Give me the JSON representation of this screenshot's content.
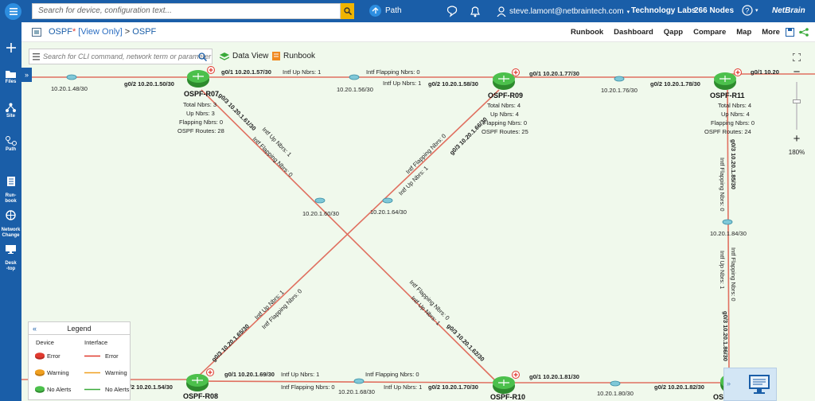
{
  "topbar": {
    "search_placeholder": "Search for device, configuration text...",
    "path_label": "Path",
    "user": "steve.lamont@netbraintech.com",
    "domain": "Technology Labs",
    "nodes": "266 Nodes",
    "logo": "NetBrain"
  },
  "sidebar": {
    "items": [
      {
        "label": "Files",
        "icon": "folder-icon"
      },
      {
        "label": "Site",
        "icon": "site-icon"
      },
      {
        "label": "Path",
        "icon": "path-icon"
      },
      {
        "label": "Run-\nbook",
        "icon": "runbook-icon"
      },
      {
        "label": "Network\nChange",
        "icon": "network-change-icon"
      },
      {
        "label": "Desk\n-top",
        "icon": "desktop-icon"
      }
    ]
  },
  "pagebar": {
    "map_name": "OSPF",
    "unsaved_mark": "*",
    "view_mode": "[View Only]",
    "separator": ">",
    "breadcrumb_current": "OSPF",
    "links": [
      "Runbook",
      "Dashboard",
      "Qapp",
      "Compare",
      "Map",
      "More"
    ]
  },
  "canvas": {
    "cli_placeholder": "Search for CLI command, network term or parameter",
    "data_view_label": "Data View",
    "runbook_label": "Runbook",
    "zoom_level": "180%"
  },
  "routers": [
    {
      "name": "OSPF-R07",
      "stats": [
        "Total Nbrs: 3",
        "Up Nbrs: 3",
        "Flapping Nbrs: 0",
        "OSPF Routes: 28"
      ]
    },
    {
      "name": "OSPF-R09",
      "stats": [
        "Total Nbrs: 4",
        "Up Nbrs: 4",
        "Flapping Nbrs: 0",
        "OSPF Routes: 25"
      ]
    },
    {
      "name": "OSPF-R11",
      "stats": [
        "Total Nbrs: 4",
        "Up Nbrs: 4",
        "Flapping Nbrs: 0",
        "OSPF Routes: 24"
      ]
    },
    {
      "name": "OSPF-R08",
      "stats": []
    },
    {
      "name": "OSPF-R10",
      "stats": []
    },
    {
      "name": "OS",
      "stats": []
    }
  ],
  "links": {
    "r07_left_intf": "g0/2 10.20.1.50/30",
    "r07_left_hub": "10.20.1.48/30",
    "r07_r09_a": "g0/1 10.20.1.57/30",
    "r07_r09_b": "g0/2 10.20.1.58/30",
    "r07_r09_hub": "10.20.1.56/30",
    "r07_r09_up": "Intf Up Nbrs: 1",
    "r07_r09_flap": "Intf Flapping Nbrs: 0",
    "r07_r09_up2": "Intf Up Nbrs: 1",
    "r09_r11_a": "g0/1 10.20.1.77/30",
    "r09_r11_b": "g0/2 10.20.1.78/30",
    "r09_r11_hub": "10.20.1.76/30",
    "r11_right_intf": "g0/1 10.20",
    "r07_diag_intf": "g0/3 10.20.1.61/30",
    "r07_diag_up": "Intf Up Nbrs: 1",
    "r07_diag_flap": "Intf Flapping Nbrs: 0",
    "hub_60": "10.20.1.60/30",
    "r09_diag_intf": "g0/3 10.20.1.66/30",
    "r09_diag_flap": "Intf Flapping Nbrs: 0",
    "r09_diag_up": "Intf Up Nbrs: 1",
    "hub_64": "10.20.1.64/30",
    "r11_down_intf": "g0/3 10.20.1.85/30",
    "r11_down_flap": "Intf Flapping Nbrs: 0",
    "hub_84": "10.20.1.84/30",
    "r11_down_flap2": "Intf Flapping Nbrs: 0",
    "r11_down_up": "Intf Up Nbrs: 1",
    "r12_up_intf": "g0/3 10.20.1.86/30",
    "r08_diag_intf": "g0/3 10.20.1.65/30",
    "r08_diag_up": "Intf Up Nbrs: 1",
    "r08_diag_flap": "Intf Flapping Nbrs: 0",
    "r10_diag_flap": "Intf Flapping Nbrs: 0",
    "r10_diag_up": "Intf Up Nbrs: 1",
    "r10_diag_intf": "g0/3 10.20.1.62/30",
    "r08_left_intf": "g0/2 10.20.1.54/30",
    "r08_r10_a": "g0/1 10.20.1.69/30",
    "r08_r10_up": "Intf Up Nbrs: 1",
    "r08_r10_flap": "Intf Flapping Nbrs: 0",
    "r08_r10_flap2": "Intf Flapping Nbrs: 0",
    "r08_r10_hub": "10.20.1.68/30",
    "r08_r10_up2": "Intf Up Nbrs: 1",
    "r08_r10_b": "g0/2 10.20.1.70/30",
    "r10_r12_a": "g0/1 10.20.1.81/30",
    "r10_r12_hub": "10.20.1.80/30",
    "r10_r12_b": "g0/2 10.20.1.82/30"
  },
  "legend": {
    "title": "Legend",
    "col_device": "Device",
    "col_interface": "Interface",
    "error": "Error",
    "warning": "Warning",
    "no_alerts": "No Alerts",
    "colors": {
      "error": "#e03a2f",
      "warning": "#f0a020",
      "ok": "#3aaa3a"
    }
  }
}
